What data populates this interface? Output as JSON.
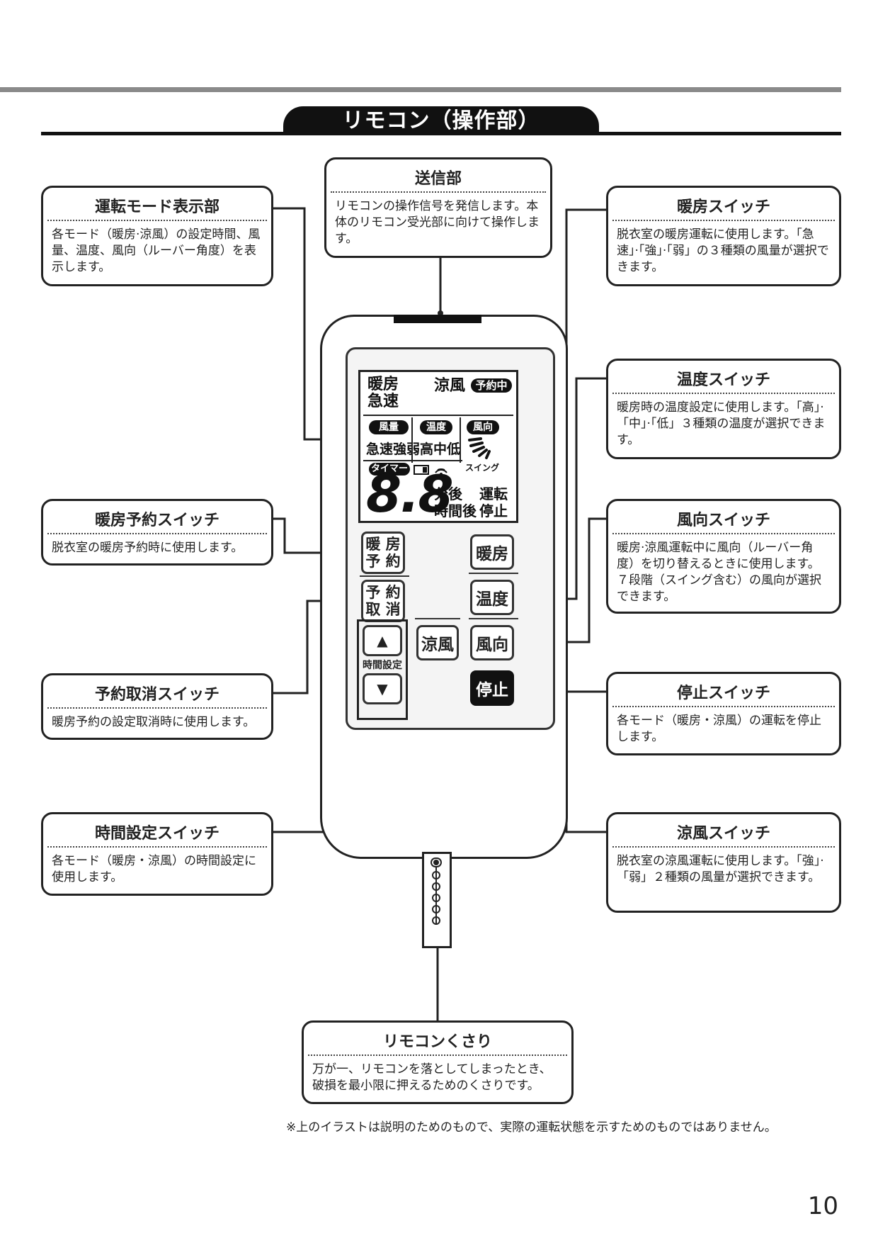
{
  "page_title": "リモコン（操作部）",
  "callouts": {
    "transmitter": {
      "title": "送信部",
      "body": "リモコンの操作信号を発信します。本体のリモコン受光部に向けて操作します。"
    },
    "mode_display": {
      "title": "運転モード表示部",
      "body": "各モード（暖房·涼風）の設定時間、風量、温度、風向（ルーバー角度）を表示します。"
    },
    "heat_switch": {
      "title": "暖房スイッチ",
      "body": "脱衣室の暖房運転に使用します。「急速」·「強」·「弱」の３種類の風量が選択できます。"
    },
    "temp_switch": {
      "title": "温度スイッチ",
      "body": "暖房時の温度設定に使用します。「高」·「中」·「低」３種類の温度が選択できます。"
    },
    "heat_reserve_switch": {
      "title": "暖房予約スイッチ",
      "body": "脱衣室の暖房予約時に使用します。"
    },
    "direction_switch": {
      "title": "風向スイッチ",
      "body": "暖房·涼風運転中に風向（ルーバー角度）を切り替えるときに使用します。７段階（スイング含む）の風向が選択できます。"
    },
    "cancel_switch": {
      "title": "予約取消スイッチ",
      "body": "暖房予約の設定取消時に使用します。"
    },
    "stop_switch": {
      "title": "停止スイッチ",
      "body": "各モード（暖房・涼風）の運転を停止します。"
    },
    "time_switch": {
      "title": "時間設定スイッチ",
      "body": "各モード（暖房・涼風）の時間設定に使用します。"
    },
    "cool_switch": {
      "title": "涼風スイッチ",
      "body": "脱衣室の涼風運転に使用します。「強」·「弱」２種類の風量が選択できます。"
    },
    "chain": {
      "title": "リモコンくさり",
      "body": "万が一、リモコンを落としてしまったとき、破損を最小限に押えるためのくさりです。"
    }
  },
  "lcd": {
    "heat": "暖房",
    "rapid": "急速",
    "cool": "涼風",
    "reserve_badge": "予約中",
    "fan_badge": "風量",
    "temp_badge": "温度",
    "dir_badge": "風向",
    "fan_levels": "急速強弱",
    "temp_levels": "高中低",
    "timer_badge": "タイマー",
    "swing": "スイング",
    "digits": "8.8",
    "min_after": "分後",
    "hour_after": "時間後",
    "running": "運転",
    "stopped": "停止"
  },
  "buttons": {
    "heat_reserve_1": "暖 房",
    "heat_reserve_2": "予 約",
    "cancel_1": "予 約",
    "cancel_2": "取 消",
    "heat": "暖房",
    "temp": "温度",
    "cool": "涼風",
    "direction": "風向",
    "stop": "停止",
    "up": "▲",
    "down": "▼",
    "time_set": "時間設定"
  },
  "footnote": "※上のイラストは説明のためのもので、実際の運転状態を示すためのものではありません。",
  "page_number": "10"
}
